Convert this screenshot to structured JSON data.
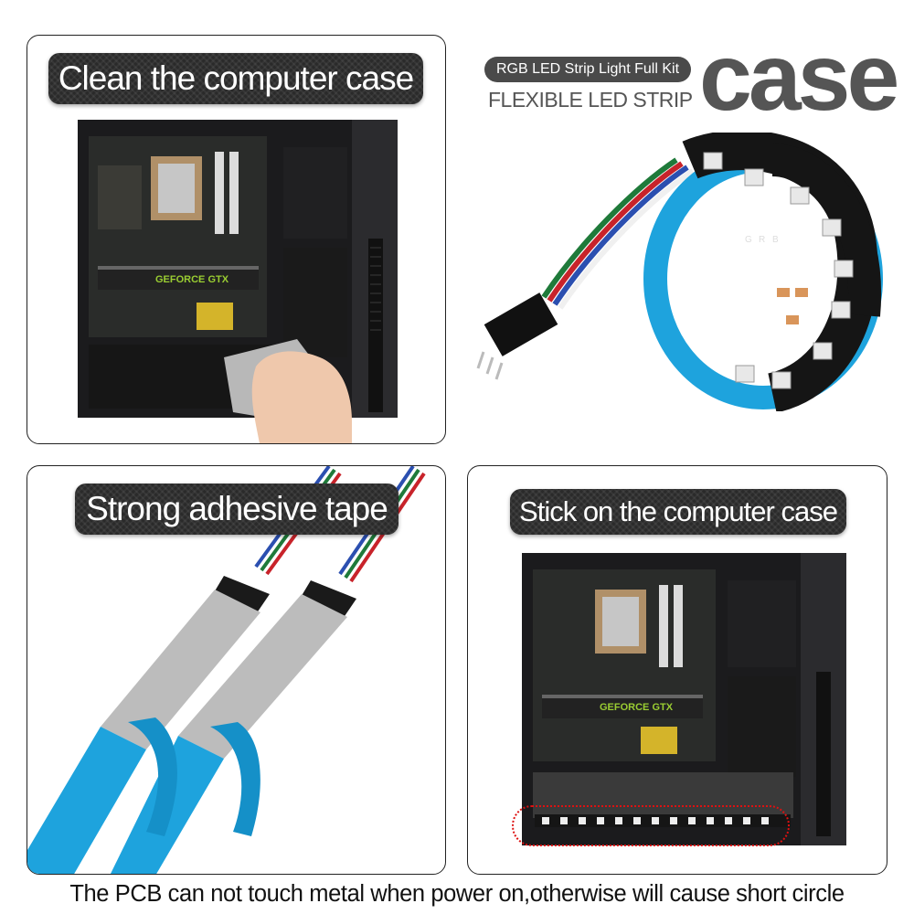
{
  "header": {
    "kit_label": "RGB LED Strip Light Full Kit",
    "flexible_label": "FLEXIBLE LED STRIP",
    "big_word": "case"
  },
  "panels": {
    "clean": {
      "title": "Clean the computer case",
      "gpu_text": "GEFORCE GTX"
    },
    "tape": {
      "title": "Strong adhesive tape"
    },
    "stick": {
      "title": "Stick on the computer case",
      "gpu_text": "GEFORCE GTX"
    }
  },
  "footer": {
    "note": "The PCB can not touch metal when power on,otherwise will cause short circle"
  },
  "colors": {
    "pill_bg": "#2a2a2a",
    "tape_blue": "#1ea3dd",
    "strip_black": "#151515",
    "highlight_red": "#dd1111"
  },
  "strip_led_letters": [
    "G",
    "R",
    "B"
  ]
}
